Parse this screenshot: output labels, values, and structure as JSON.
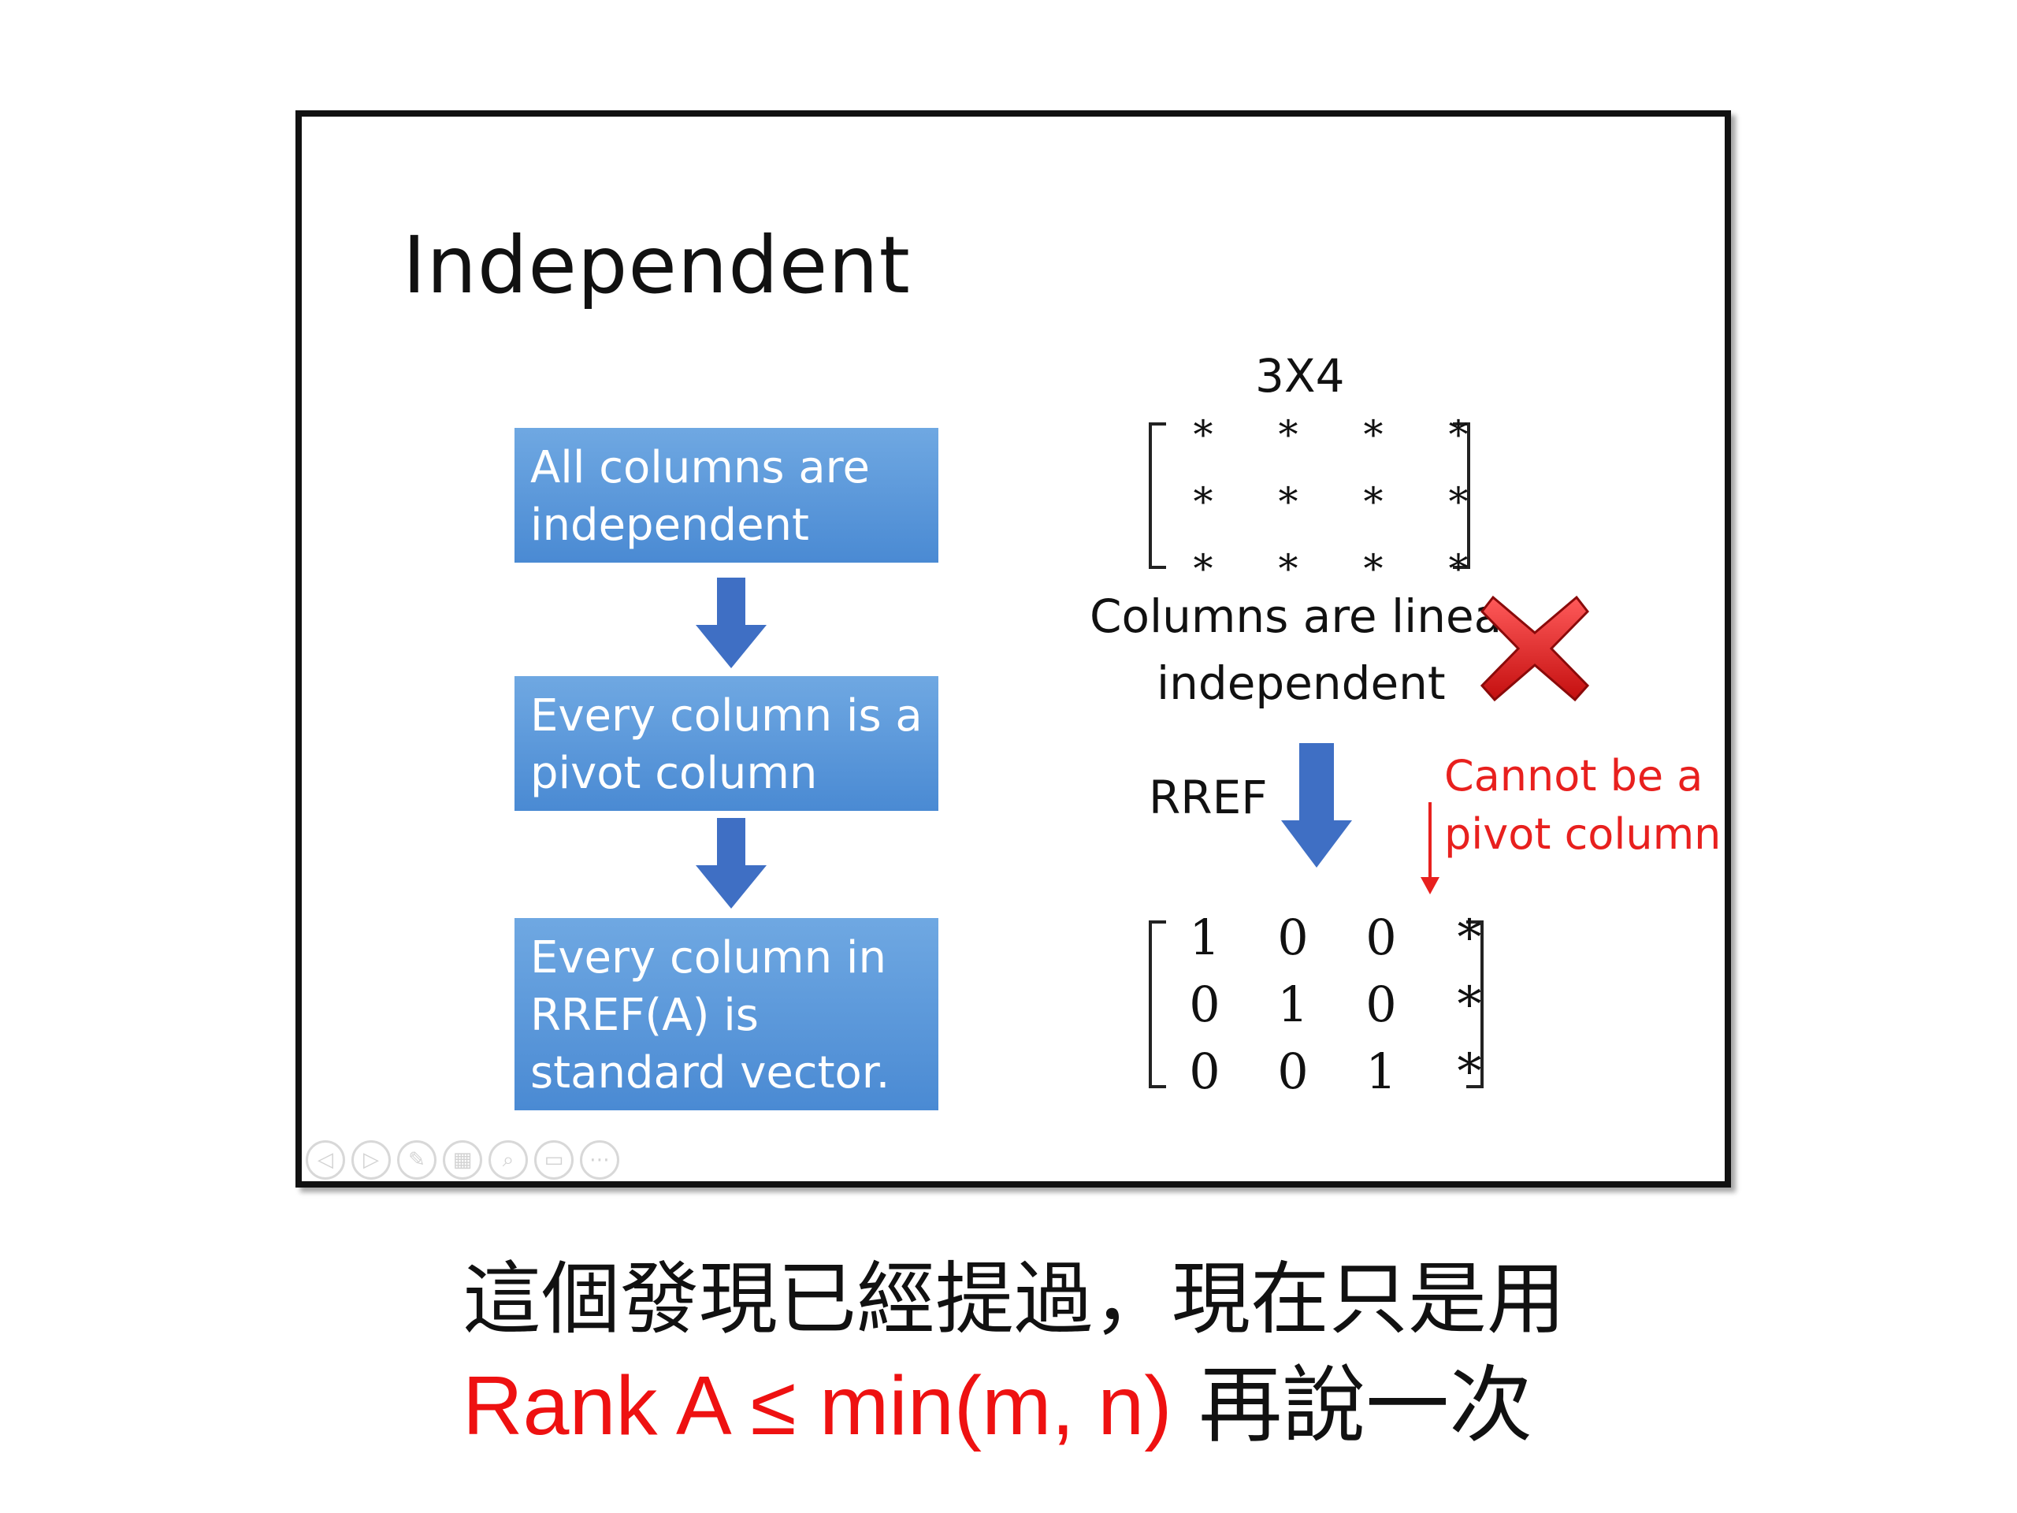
{
  "slide": {
    "title": "Independent",
    "flow_boxes": [
      "All columns are independent",
      "Every column is a pivot column",
      "Every column in RREF(A) is standard vector."
    ],
    "matrix_size_label": "3X4",
    "top_matrix": [
      [
        "*",
        "*",
        "*",
        "*"
      ],
      [
        "*",
        "*",
        "*",
        "*"
      ],
      [
        "*",
        "*",
        "*",
        "*"
      ]
    ],
    "statement_line1": "Columns are linea",
    "statement_line2": "independent",
    "rref_label": "RREF",
    "rref_matrix": [
      [
        "1",
        "0",
        "0",
        "*"
      ],
      [
        "0",
        "1",
        "0",
        "*"
      ],
      [
        "0",
        "0",
        "1",
        "*"
      ]
    ],
    "note_line1": "Cannot be a",
    "note_line2": "pivot column",
    "cross_icon": "red-x-icon",
    "toolbar_icons": [
      "previous-icon",
      "play-icon",
      "pen-icon",
      "slides-icon",
      "zoom-icon",
      "subtitle-icon",
      "more-icon"
    ],
    "colors": {
      "box_blue": "#5b9bd5",
      "arrow_blue": "#3f6fc4",
      "note_red": "#e8201e",
      "cross_red": "#e11b1b"
    }
  },
  "caption": {
    "line1": "這個發現已經提過，現在只是用",
    "line2_red": "Rank A ≤ min(m, n)",
    "line2_black": " 再說一次"
  }
}
